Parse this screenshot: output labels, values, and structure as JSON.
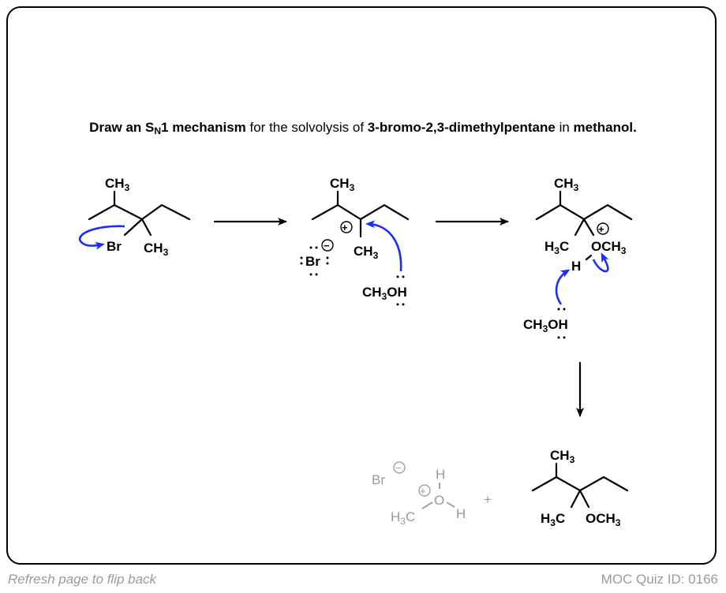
{
  "title": {
    "part1": "Draw an S",
    "part1_sub": "N",
    "part1_end": "1 mechanism",
    "part2": " for the solvolysis of ",
    "part3": "3-bromo-2,3-dimethylpentane",
    "part4": " in ",
    "part5": "methanol."
  },
  "labels": {
    "ch3": "CH",
    "three": "3",
    "br": "Br",
    "h3c_h": "H",
    "h3c_c": "C",
    "och3": "OCH",
    "oh": "OH",
    "h": "H",
    "o": "O",
    "plus_sign": "+",
    "charge_plus": "+",
    "charge_minus": "−"
  },
  "footer": {
    "left": "Refresh page to flip back",
    "right": "MOC Quiz ID: 0166"
  },
  "colors": {
    "arrow_blue": "#1a2cff",
    "byproduct_gray": "#999999",
    "footer_gray": "#9a9a9a"
  }
}
